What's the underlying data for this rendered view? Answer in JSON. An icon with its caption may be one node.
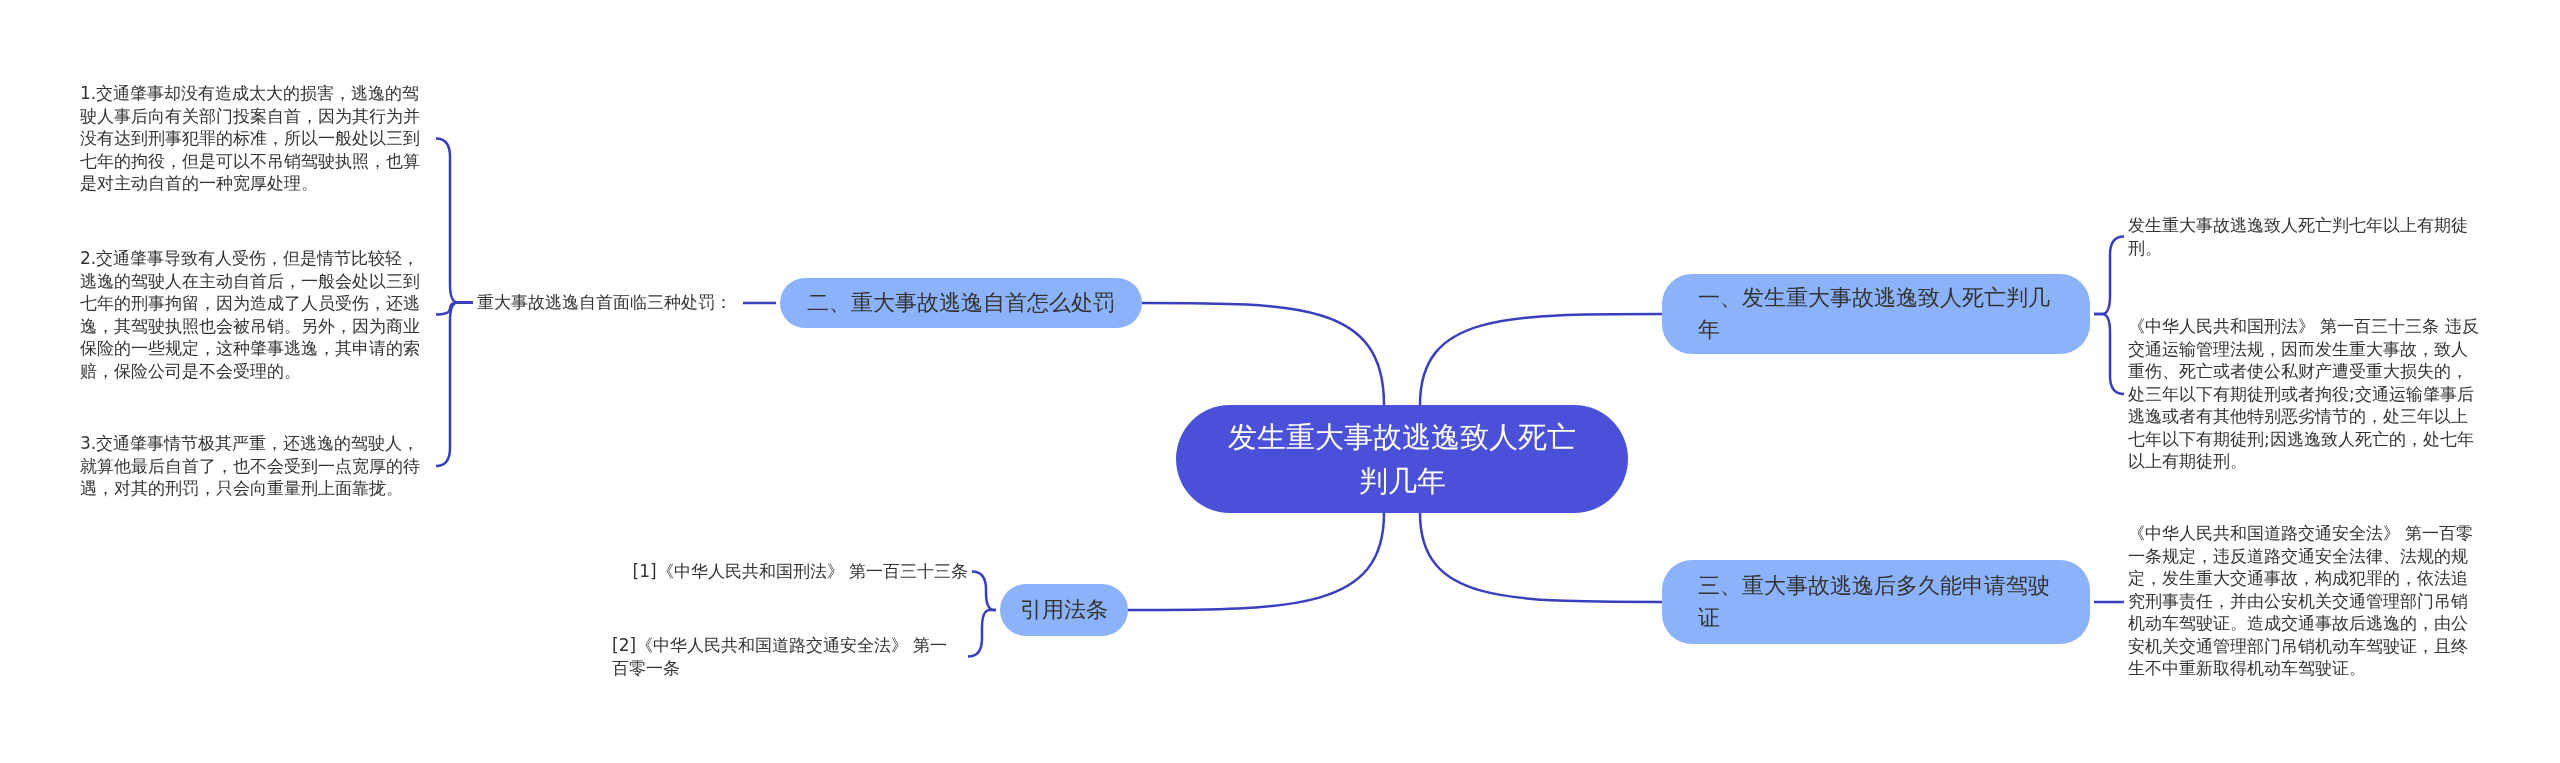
{
  "diagram": {
    "nodes": [
      {
        "text": [
          "发生重大事故逃逸致人死亡判几年"
        ]
      },
      {
        "text": [
          "一、发生重大事故逃逸致人死亡判几年"
        ]
      },
      {
        "text": [
          "发生重大事故逃逸致人死亡判七年以上有期徒刑。"
        ]
      },
      {
        "text": [
          "《中华人民共和国刑法》 第一百三十三条 违反交通运输管理法规，因而发生重大事故，致人重伤、死亡或者使公私财产遭受重大损失的，处三年以下有期徒刑或者拘役;交通运输肇事后逃逸或者有其他特别恶劣情节的，处三年以上七年以下有期徒刑;因逃逸致人死亡的，处七年以上有期徒刑。"
        ]
      },
      {
        "text": [
          "二、重大事故逃逸自首怎么处罚"
        ]
      },
      {
        "text": [
          "重大事故逃逸自首面临三种处罚："
        ]
      },
      {
        "text": [
          "1.交通肇事却没有造成太大的损害，逃逸的驾驶人事后向有关部门投案自首，因为其行为并没有达到刑事犯罪的标准，所以一般处以三到七年的拘役，但是可以不吊销驾驶执照，也算是对主动自首的一种宽厚处理。"
        ]
      },
      {
        "text": [
          "2.交通肇事导致有人受伤，但是情节比较轻，逃逸的驾驶人在主动自首后，一般会处以三到七年的刑事拘留，因为造成了人员受伤，还逃逸，其驾驶执照也会被吊销。另外，因为商业保险的一些规定，这种肇事逃逸，其申请的索赔，保险公司是不会受理的。"
        ]
      },
      {
        "text": [
          "3.交通肇事情节极其严重，还逃逸的驾驶人，就算他最后自首了，也不会受到一点宽厚的待遇，对其的刑罚，只会向重量刑上面靠拢。"
        ]
      },
      {
        "text": [
          "三、重大事故逃逸后多久能申请驾驶证"
        ]
      },
      {
        "text": [
          "《中华人民共和国道路交通安全法》 第一百零一条规定，违反道路交通安全法律、法规的规定，发生重大交通事故，构成犯罪的，依法追究刑事责任，并由公安机关交通管理部门吊销机动车驾驶证。造成交通事故后逃逸的，由公安机关交通管理部门吊销机动车驾驶证，且终生不中重新取得机动车驾驶证。"
        ]
      },
      {
        "text": [
          "引用法条"
        ]
      },
      {
        "text": [
          "[1]《中华人民共和国刑法》 第一百三十三条"
        ]
      },
      {
        "text": [
          "[2]《中华人民共和国道路交通安全法》 第一百零一条"
        ]
      }
    ],
    "edges": [
      {
        "from": 0,
        "to": 1,
        "arrow": "none"
      },
      {
        "from": 1,
        "to": 2,
        "arrow": "none"
      },
      {
        "from": 1,
        "to": 3,
        "arrow": "none"
      },
      {
        "from": 0,
        "to": 4,
        "arrow": "none"
      },
      {
        "from": 4,
        "to": 5,
        "arrow": "none"
      },
      {
        "from": 5,
        "to": 6,
        "arrow": "none"
      },
      {
        "from": 5,
        "to": 7,
        "arrow": "none"
      },
      {
        "from": 5,
        "to": 8,
        "arrow": "none"
      },
      {
        "from": 0,
        "to": 9,
        "arrow": "none"
      },
      {
        "from": 9,
        "to": 10,
        "arrow": "none"
      },
      {
        "from": 0,
        "to": 11,
        "arrow": "none"
      },
      {
        "from": 11,
        "to": 12,
        "arrow": "none"
      },
      {
        "from": 11,
        "to": 13,
        "arrow": "none"
      }
    ]
  }
}
